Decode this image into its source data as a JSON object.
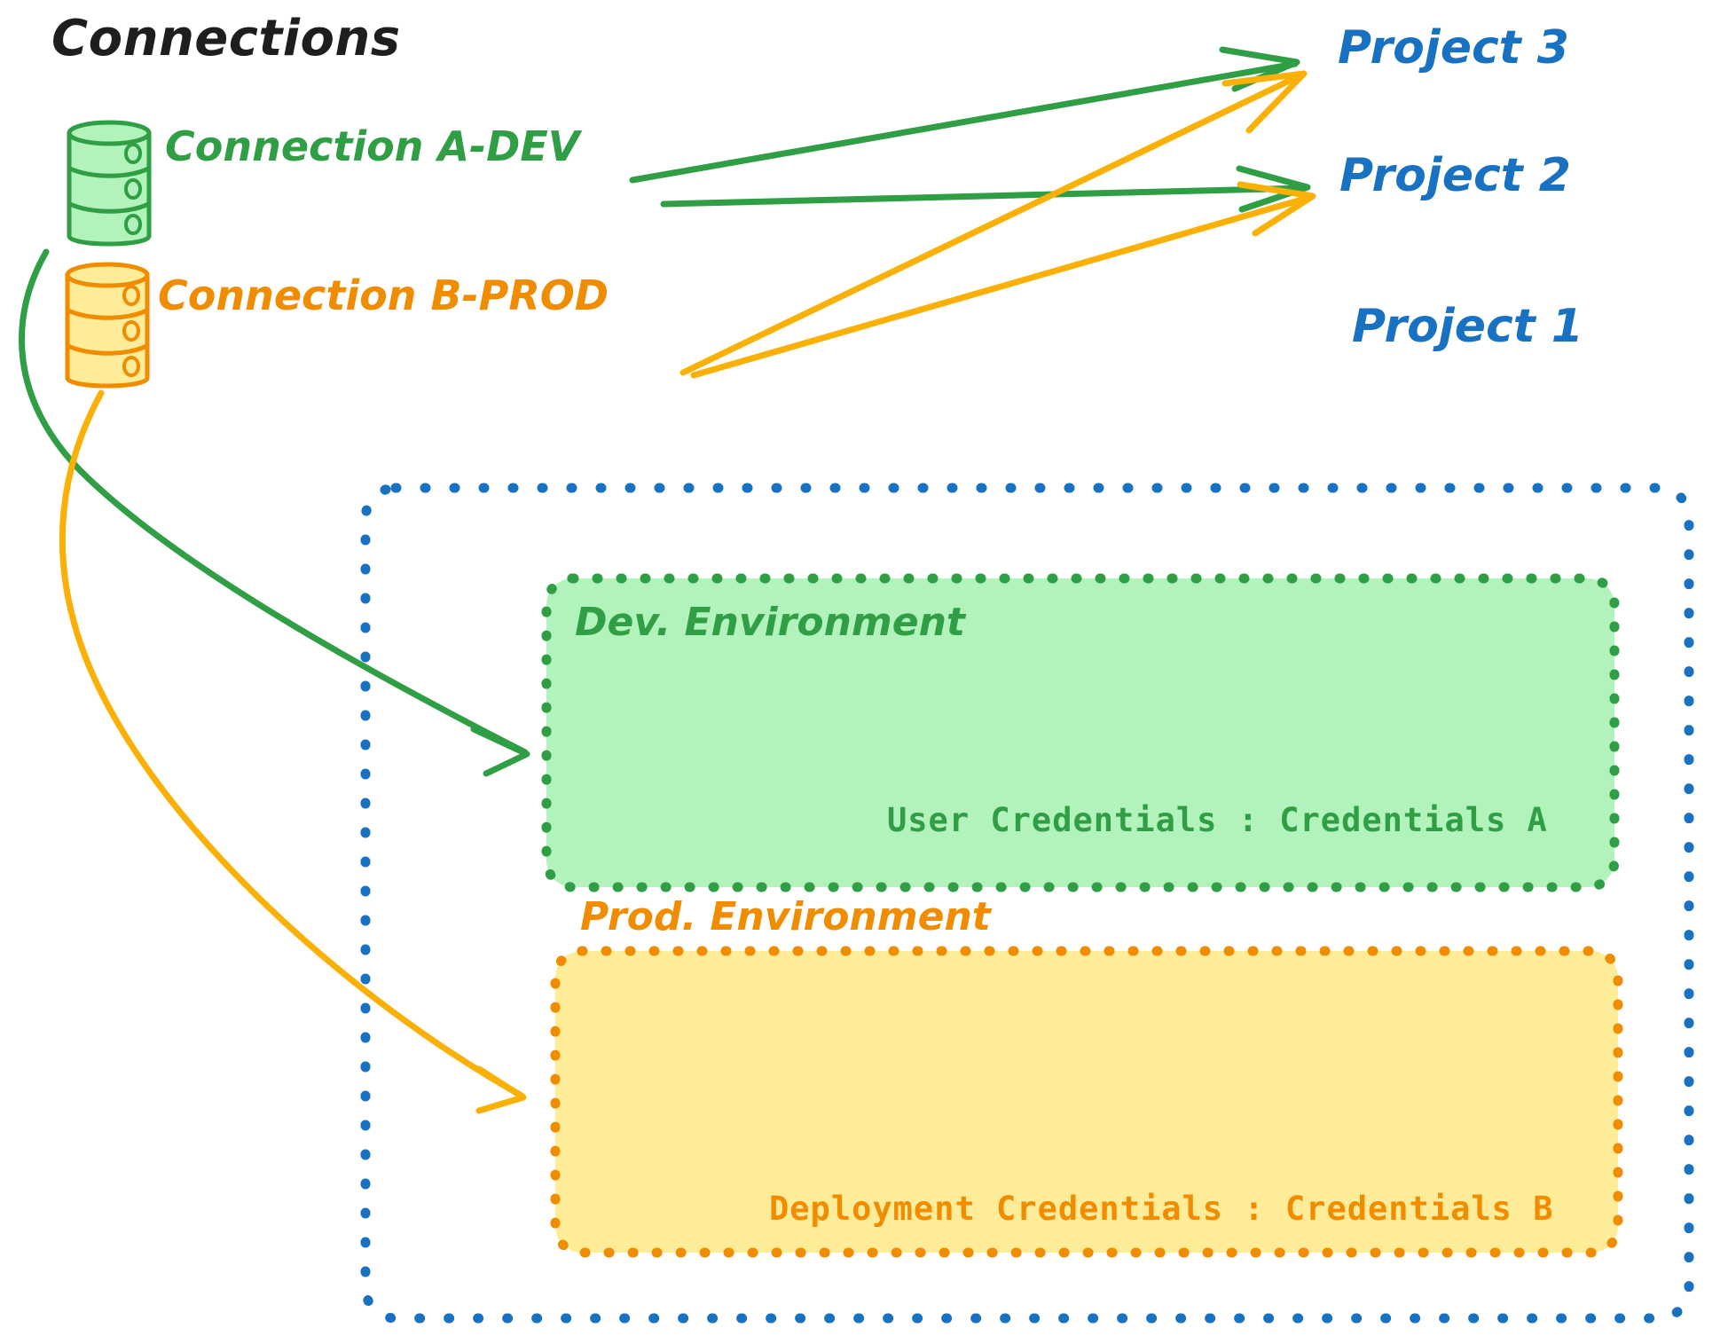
{
  "diagram": {
    "title": "Connections",
    "type": "architecture-diagram"
  },
  "connections": [
    {
      "id": "connection-a-dev",
      "label": "Connection A-DEV",
      "color": "#2f9e44",
      "fill": "#b2f2bb",
      "icon": "database-icon",
      "targets": [
        "Project 3",
        "Project 2",
        "Dev. Environment"
      ]
    },
    {
      "id": "connection-b-prod",
      "label": "Connection B-PROD",
      "color": "#f08c00",
      "fill": "#ffec99",
      "icon": "database-icon",
      "targets": [
        "Project 3",
        "Project 2",
        "Prod. Environment"
      ]
    }
  ],
  "projects": [
    {
      "id": "project-3",
      "label": "Project 3",
      "color": "#1971c2"
    },
    {
      "id": "project-2",
      "label": "Project 2",
      "color": "#1971c2"
    },
    {
      "id": "project-1",
      "label": "Project 1",
      "color": "#1971c2"
    }
  ],
  "project_1_container": {
    "border_color": "#1971c2",
    "border_style": "dotted",
    "environments": [
      {
        "id": "dev-environment",
        "label": "Dev. Environment",
        "credentials_label": "User Credentials : Credentials A",
        "color": "#2f9e44",
        "fill": "#b2f2bb"
      },
      {
        "id": "prod-environment",
        "label": "Prod. Environment",
        "credentials_label": "Deployment Credentials : Credentials B",
        "color": "#f08c00",
        "fill": "#ffec99"
      }
    ]
  },
  "colors": {
    "green": "#2f9e44",
    "green_fill": "#b2f2bb",
    "orange": "#f08c00",
    "orange_fill": "#ffec99",
    "blue": "#1971c2",
    "black": "#1e1e1e"
  }
}
